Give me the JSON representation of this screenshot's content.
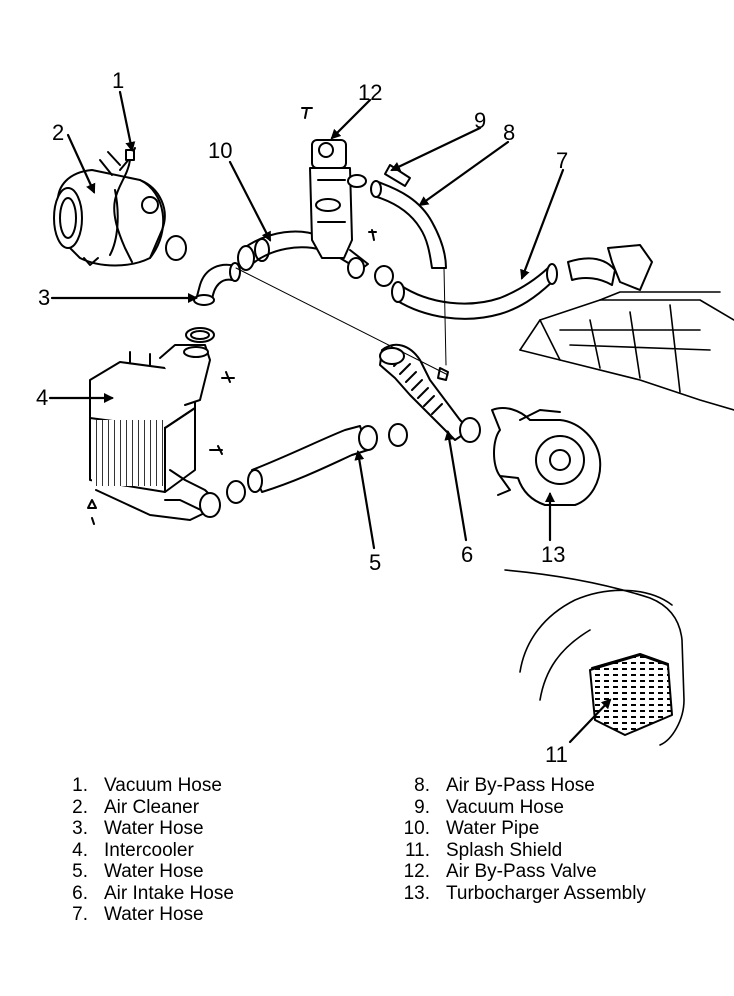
{
  "callouts": [
    "1",
    "2",
    "3",
    "4",
    "5",
    "6",
    "7",
    "8",
    "9",
    "10",
    "11",
    "12",
    "13"
  ],
  "legend_left": [
    {
      "num": "1.",
      "label": "Vacuum Hose"
    },
    {
      "num": "2.",
      "label": "Air Cleaner"
    },
    {
      "num": "3.",
      "label": "Water Hose"
    },
    {
      "num": "4.",
      "label": "Intercooler"
    },
    {
      "num": "5.",
      "label": "Water Hose"
    },
    {
      "num": "6.",
      "label": "Air Intake Hose"
    },
    {
      "num": "7.",
      "label": "Water Hose"
    }
  ],
  "legend_right": [
    {
      "num": "8.",
      "label": "Air By-Pass Hose"
    },
    {
      "num": "9.",
      "label": "Vacuum Hose"
    },
    {
      "num": "10.",
      "label": "Water Pipe"
    },
    {
      "num": "11.",
      "label": "Splash Shield"
    },
    {
      "num": "12.",
      "label": "Air By-Pass Valve"
    },
    {
      "num": "13.",
      "label": "Turbocharger Assembly"
    }
  ]
}
